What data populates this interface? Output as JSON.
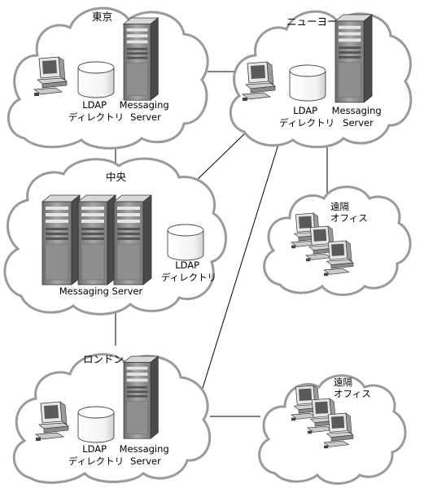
{
  "sites": {
    "tokyo": {
      "name": "東京",
      "ldap": [
        "LDAP",
        "ディレクトリ"
      ],
      "server": [
        "Messaging",
        "Server"
      ]
    },
    "newyork": {
      "name": "ニューヨーク",
      "ldap": [
        "LDAP",
        "ディレクトリ"
      ],
      "server": [
        "Messaging",
        "Server"
      ]
    },
    "central": {
      "name": "中央",
      "server": "Messaging Server",
      "ldap": [
        "LDAP",
        "ディレクトリ"
      ]
    },
    "london": {
      "name": "ロンドン",
      "ldap": [
        "LDAP",
        "ディレクトリ"
      ],
      "server": [
        "Messaging",
        "Server"
      ]
    },
    "remote1": {
      "name": [
        "遠隔",
        "オフィス"
      ]
    },
    "remote2": {
      "name": [
        "遠隔",
        "オフィス"
      ]
    }
  },
  "colors": {
    "cloud_stroke": "#9a9a9a",
    "cloud_fill": "#ffffff",
    "line": "#000000",
    "server_dark": "#5a5a5a",
    "server_mid": "#9c9c9c",
    "server_light": "#e2e2e2"
  },
  "icons": [
    "cloud-icon",
    "server-tower-icon",
    "database-cylinder-icon",
    "workstation-icon"
  ]
}
